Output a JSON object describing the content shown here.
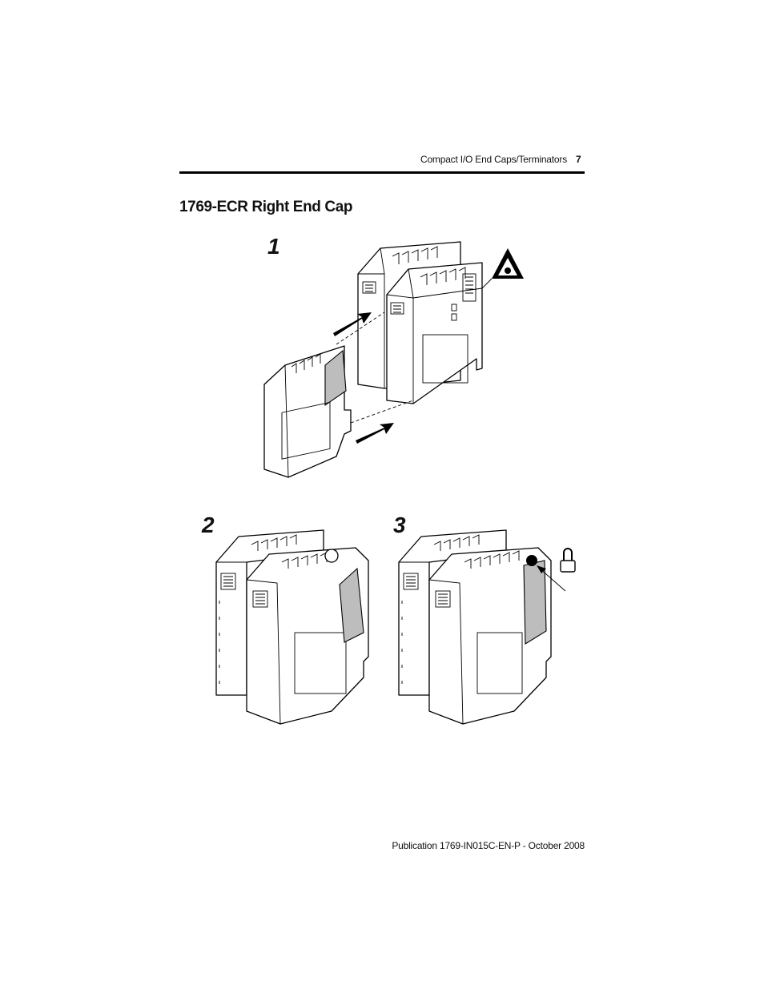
{
  "header": {
    "running_title": "Compact I/O End Caps/Terminators",
    "page_number": "7"
  },
  "section": {
    "title": "1769-ECR Right End Cap"
  },
  "steps": [
    {
      "number": "1"
    },
    {
      "number": "2"
    },
    {
      "number": "3"
    }
  ],
  "icons": {
    "esd_warning": "esd-warning-icon",
    "padlock": "padlock-icon",
    "arrow": "arrow-icon"
  },
  "colors": {
    "latch_gray": "#bdbdbd",
    "rule": "#000000"
  },
  "footer": {
    "publication": "Publication 1769-IN015C-EN-P - October 2008"
  }
}
